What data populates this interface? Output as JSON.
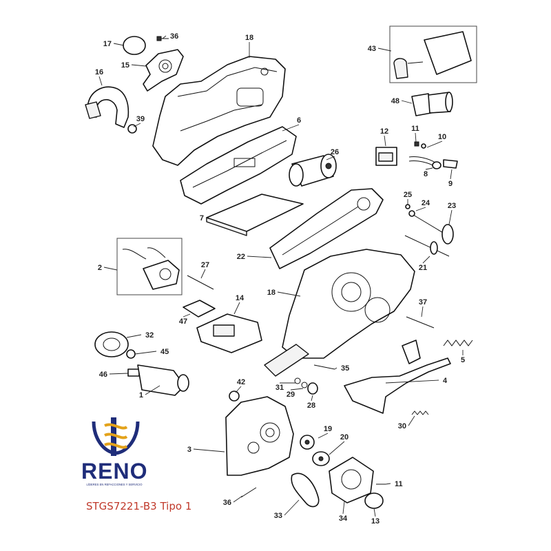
{
  "model_caption": "STGS7221-B3 Tipo 1",
  "logo": {
    "name": "RENO",
    "tagline": "LÍDERES EN REFACCIONES Y SERVICIO",
    "colors": {
      "blue": "#1f2d7a",
      "gold": "#e3a21a",
      "red": "#c0392b"
    }
  },
  "parts": [
    {
      "label": "1"
    },
    {
      "label": "2"
    },
    {
      "label": "3"
    },
    {
      "label": "4"
    },
    {
      "label": "5"
    },
    {
      "label": "6"
    },
    {
      "label": "7"
    },
    {
      "label": "8"
    },
    {
      "label": "9"
    },
    {
      "label": "10"
    },
    {
      "label": "11"
    },
    {
      "label": "11"
    },
    {
      "label": "12"
    },
    {
      "label": "13"
    },
    {
      "label": "14"
    },
    {
      "label": "15"
    },
    {
      "label": "16"
    },
    {
      "label": "17"
    },
    {
      "label": "18"
    },
    {
      "label": "18"
    },
    {
      "label": "19"
    },
    {
      "label": "20"
    },
    {
      "label": "21"
    },
    {
      "label": "22"
    },
    {
      "label": "23"
    },
    {
      "label": "24"
    },
    {
      "label": "25"
    },
    {
      "label": "26"
    },
    {
      "label": "27"
    },
    {
      "label": "28"
    },
    {
      "label": "29"
    },
    {
      "label": "30"
    },
    {
      "label": "31"
    },
    {
      "label": "32"
    },
    {
      "label": "33"
    },
    {
      "label": "34"
    },
    {
      "label": "35"
    },
    {
      "label": "36"
    },
    {
      "label": "36"
    },
    {
      "label": "37"
    },
    {
      "label": "39"
    },
    {
      "label": "42"
    },
    {
      "label": "43"
    },
    {
      "label": "45"
    },
    {
      "label": "46"
    },
    {
      "label": "47"
    },
    {
      "label": "48"
    }
  ]
}
